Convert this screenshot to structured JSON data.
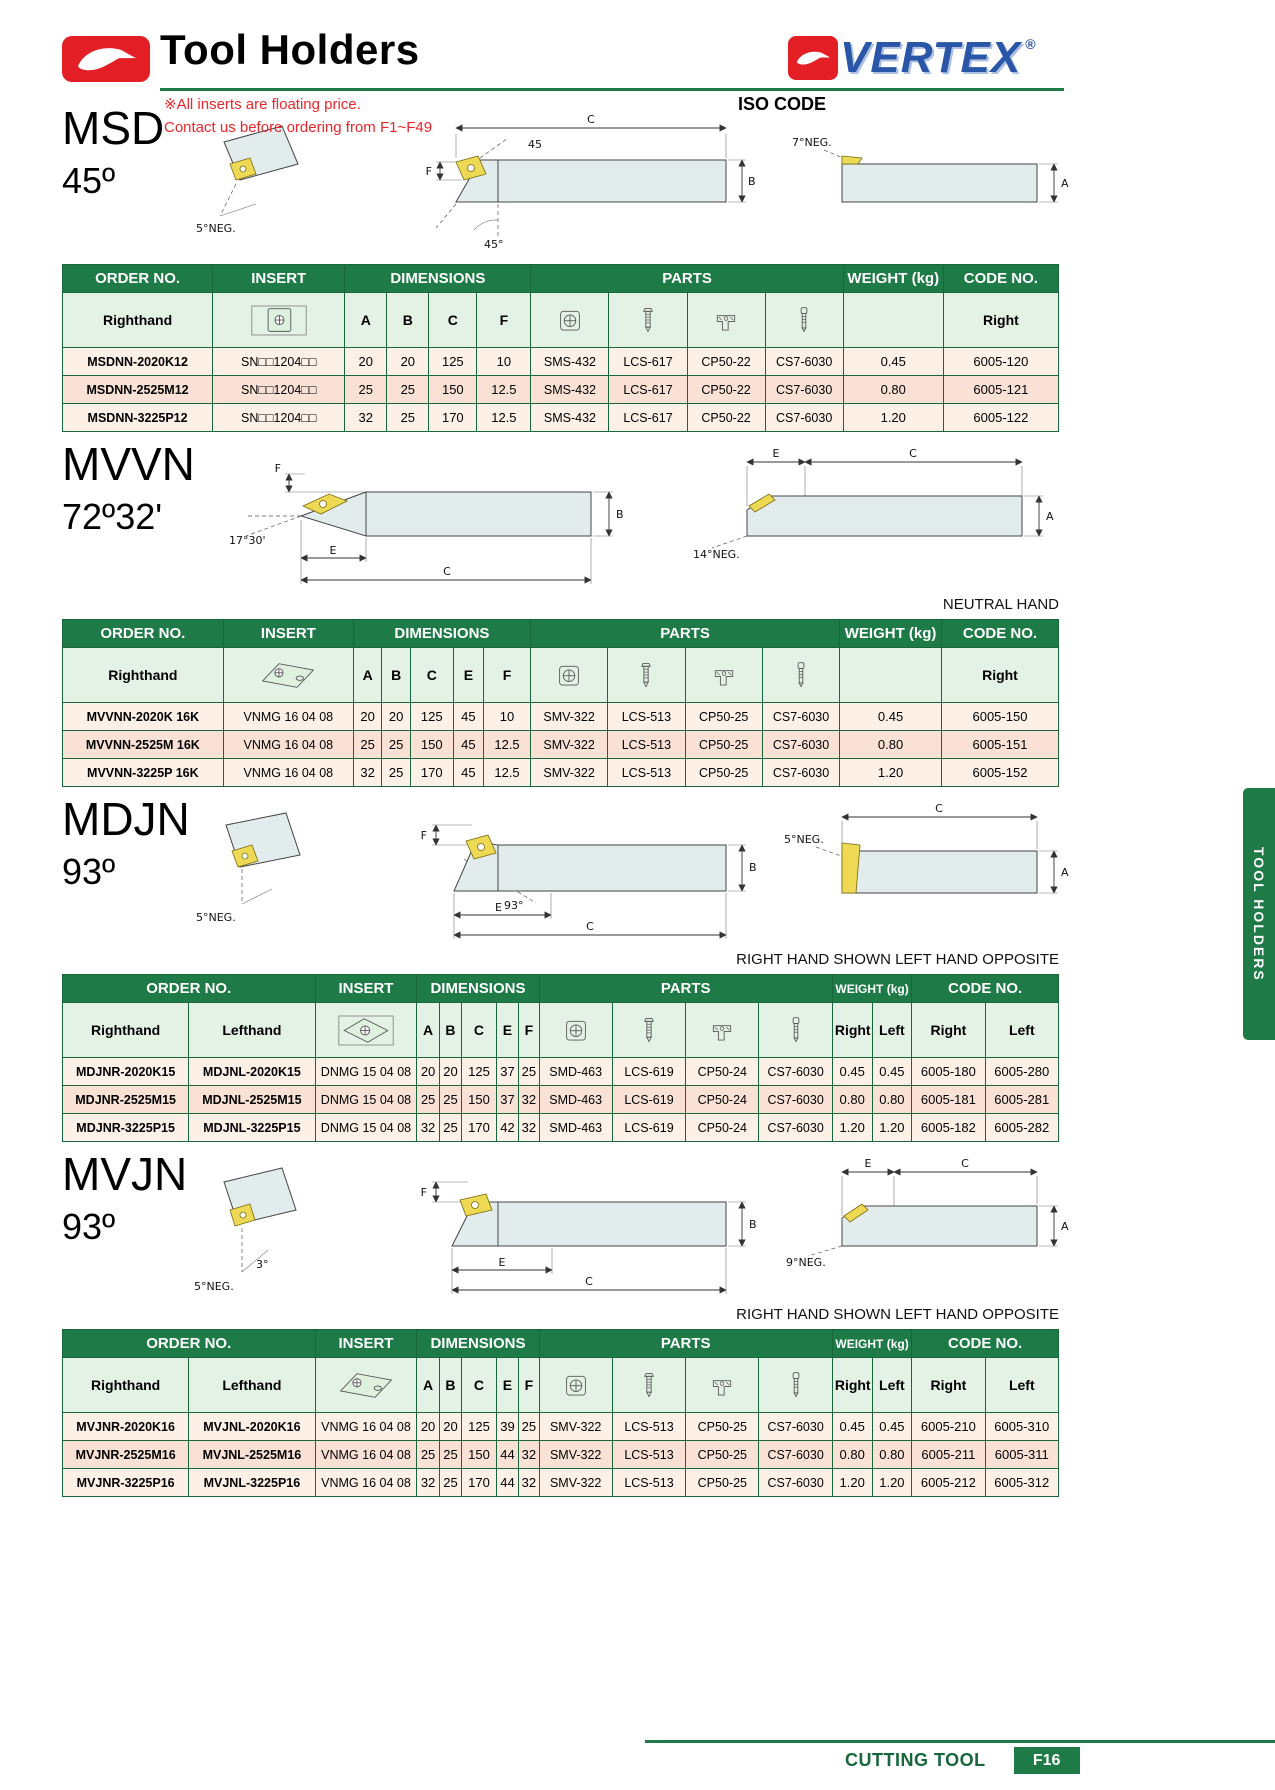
{
  "header": {
    "title": "Tool Holders",
    "note1": "※All inserts are floating price.",
    "note2": "Contact us before ordering from F1~F49",
    "iso_code": "ISO CODE",
    "brand": "VERTEX",
    "brand_reg": "®"
  },
  "table_headers": {
    "order": "ORDER NO.",
    "insert": "INSERT",
    "dimensions": "DIMENSIONS",
    "parts": "PARTS",
    "weight": "WEIGHT (kg)",
    "code": "CODE NO."
  },
  "sections": {
    "msd": {
      "name": "MSD",
      "angle": "45º",
      "labels": [
        "5°NEG.",
        "45",
        "C",
        "F",
        "45°",
        "B",
        "7°NEG.",
        "A"
      ],
      "table": {
        "sub": {
          "hand": "Righthand",
          "dims": [
            "A",
            "B",
            "C",
            "F"
          ],
          "right": "Right"
        },
        "rows": [
          [
            "MSDNN-2020K12",
            "SN□□1204□□",
            "20",
            "20",
            "125",
            "10",
            "SMS-432",
            "LCS-617",
            "CP50-22",
            "CS7-6030",
            "0.45",
            "6005-120"
          ],
          [
            "MSDNN-2525M12",
            "SN□□1204□□",
            "25",
            "25",
            "150",
            "12.5",
            "SMS-432",
            "LCS-617",
            "CP50-22",
            "CS7-6030",
            "0.80",
            "6005-121"
          ],
          [
            "MSDNN-3225P12",
            "SN□□1204□□",
            "32",
            "25",
            "170",
            "12.5",
            "SMS-432",
            "LCS-617",
            "CP50-22",
            "CS7-6030",
            "1.20",
            "6005-122"
          ]
        ]
      }
    },
    "mvvn": {
      "name": "MVVN",
      "angle": "72º32'",
      "note": "NEUTRAL HAND",
      "labels": [
        "F",
        "17°30'",
        "E",
        "C",
        "B",
        "E",
        "C",
        "14°NEG.",
        "A"
      ],
      "table": {
        "sub": {
          "hand": "Righthand",
          "dims": [
            "A",
            "B",
            "C",
            "E",
            "F"
          ],
          "right": "Right"
        },
        "rows": [
          [
            "MVVNN-2020K 16K",
            "VNMG 16 04 08",
            "20",
            "20",
            "125",
            "45",
            "10",
            "SMV-322",
            "LCS-513",
            "CP50-25",
            "CS7-6030",
            "0.45",
            "6005-150"
          ],
          [
            "MVVNN-2525M 16K",
            "VNMG 16 04 08",
            "25",
            "25",
            "150",
            "45",
            "12.5",
            "SMV-322",
            "LCS-513",
            "CP50-25",
            "CS7-6030",
            "0.80",
            "6005-151"
          ],
          [
            "MVVNN-3225P 16K",
            "VNMG 16 04 08",
            "32",
            "25",
            "170",
            "45",
            "12.5",
            "SMV-322",
            "LCS-513",
            "CP50-25",
            "CS7-6030",
            "1.20",
            "6005-152"
          ]
        ]
      }
    },
    "mdjn": {
      "name": "MDJN",
      "angle": "93º",
      "note": "RIGHT HAND SHOWN LEFT HAND OPPOSITE",
      "labels": [
        "5°NEG.",
        "F",
        "93°",
        "E",
        "C",
        "B",
        "C",
        "5°NEG.",
        "A"
      ],
      "table": {
        "sub": {
          "hand_r": "Righthand",
          "hand_l": "Lefthand",
          "dims": [
            "A",
            "B",
            "C",
            "E",
            "F"
          ],
          "right": "Right",
          "left": "Left"
        },
        "rows": [
          [
            "MDJNR-2020K15",
            "MDJNL-2020K15",
            "DNMG 15 04 08",
            "20",
            "20",
            "125",
            "37",
            "25",
            "SMD-463",
            "LCS-619",
            "CP50-24",
            "CS7-6030",
            "0.45",
            "0.45",
            "6005-180",
            "6005-280"
          ],
          [
            "MDJNR-2525M15",
            "MDJNL-2525M15",
            "DNMG 15 04 08",
            "25",
            "25",
            "150",
            "37",
            "32",
            "SMD-463",
            "LCS-619",
            "CP50-24",
            "CS7-6030",
            "0.80",
            "0.80",
            "6005-181",
            "6005-281"
          ],
          [
            "MDJNR-3225P15",
            "MDJNL-3225P15",
            "DNMG 15 04 08",
            "32",
            "25",
            "170",
            "42",
            "32",
            "SMD-463",
            "LCS-619",
            "CP50-24",
            "CS7-6030",
            "1.20",
            "1.20",
            "6005-182",
            "6005-282"
          ]
        ]
      }
    },
    "mvjn": {
      "name": "MVJN",
      "angle": "93º",
      "note": "RIGHT HAND SHOWN LEFT HAND OPPOSITE",
      "labels": [
        "5°NEG.",
        "3°",
        "F",
        "E",
        "C",
        "B",
        "E",
        "C",
        "9°NEG.",
        "A"
      ],
      "table": {
        "sub": {
          "hand_r": "Righthand",
          "hand_l": "Lefthand",
          "dims": [
            "A",
            "B",
            "C",
            "E",
            "F"
          ],
          "right": "Right",
          "left": "Left"
        },
        "rows": [
          [
            "MVJNR-2020K16",
            "MVJNL-2020K16",
            "VNMG 16 04 08",
            "20",
            "20",
            "125",
            "39",
            "25",
            "SMV-322",
            "LCS-513",
            "CP50-25",
            "CS7-6030",
            "0.45",
            "0.45",
            "6005-210",
            "6005-310"
          ],
          [
            "MVJNR-2525M16",
            "MVJNL-2525M16",
            "VNMG 16 04 08",
            "25",
            "25",
            "150",
            "44",
            "32",
            "SMV-322",
            "LCS-513",
            "CP50-25",
            "CS7-6030",
            "0.80",
            "0.80",
            "6005-211",
            "6005-311"
          ],
          [
            "MVJNR-3225P16",
            "MVJNL-3225P16",
            "VNMG 16 04 08",
            "32",
            "25",
            "170",
            "44",
            "32",
            "SMV-322",
            "LCS-513",
            "CP50-25",
            "CS7-6030",
            "1.20",
            "1.20",
            "6005-212",
            "6005-312"
          ]
        ]
      }
    }
  },
  "side_tab": "TOOL HOLDERS",
  "footer": {
    "label": "CUTTING TOOL",
    "page": "F16"
  },
  "colors": {
    "green": "#1e7a46",
    "light_green": "#e3f2e4",
    "row_pink": "#fdf0e7",
    "row_pink_alt": "#f9e2d5",
    "red": "#e31e24",
    "logo_blue": "#2a56a8"
  }
}
